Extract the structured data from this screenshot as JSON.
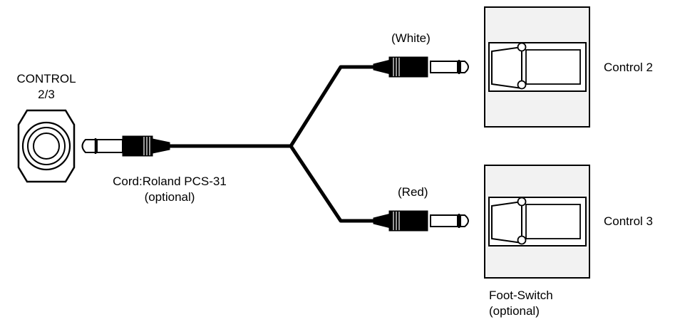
{
  "jack": {
    "title_line1": "CONTROL",
    "title_line2": "2/3"
  },
  "cord": {
    "line1": "Cord:Roland PCS-31",
    "line2": "(optional)"
  },
  "branches": {
    "top": {
      "color_label": "(White)",
      "control_label": "Control 2"
    },
    "bottom": {
      "color_label": "(Red)",
      "control_label": "Control 3"
    }
  },
  "footswitch": {
    "line1": "Foot-Switch",
    "line2": "(optional)"
  },
  "colors": {
    "ink": "#000000",
    "pedal_fill": "#f2f2f2",
    "paper": "#ffffff"
  }
}
